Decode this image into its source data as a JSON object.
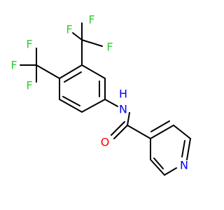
{
  "colors": {
    "bond": "#000000",
    "fluorine": "#33cc33",
    "nitrogen": "#0000ff",
    "oxygen": "#ff0000"
  },
  "atoms": {
    "f1": "F",
    "f2": "F",
    "f3": "F",
    "f4": "F",
    "f5": "F",
    "f6": "F",
    "n_amide": "N",
    "h_amide": "H",
    "o_carbonyl": "O",
    "n_pyridine": "N"
  }
}
